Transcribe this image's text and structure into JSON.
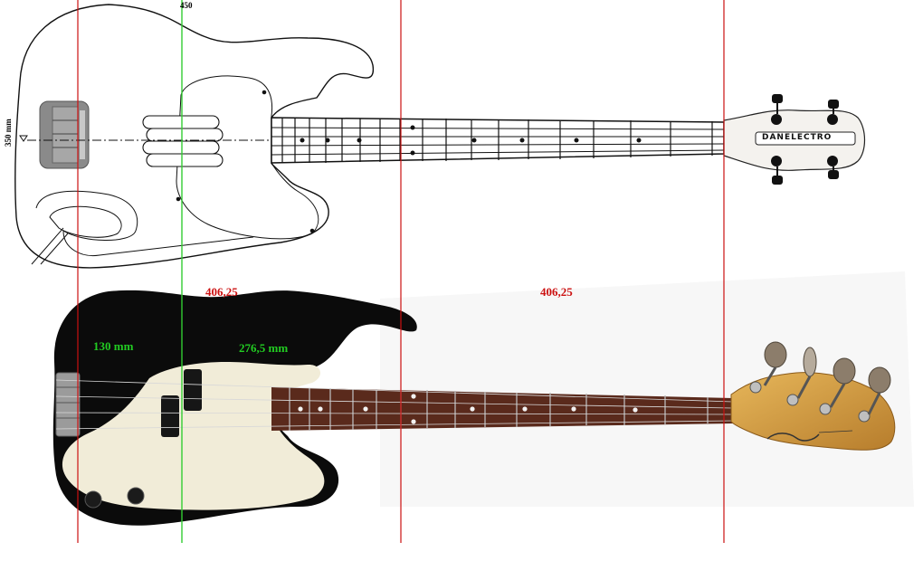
{
  "measurements": {
    "top_mark": "450",
    "side_height": "350 mm",
    "segment_left": "406,25",
    "segment_right": "406,25",
    "bridge_to_guide": "130 mm",
    "guide_to_pickguard": "276,5 mm"
  },
  "headstock_logo_text": "DANELECTRO",
  "colors": {
    "red_line": "#cc1111",
    "green_line": "#33cc33",
    "outline": "#111111",
    "black_body": "#0b0b0b",
    "pickguard": "#f1ecd8",
    "fretboard": "#5a2a1c",
    "maple_headstock": "#d19a40"
  }
}
